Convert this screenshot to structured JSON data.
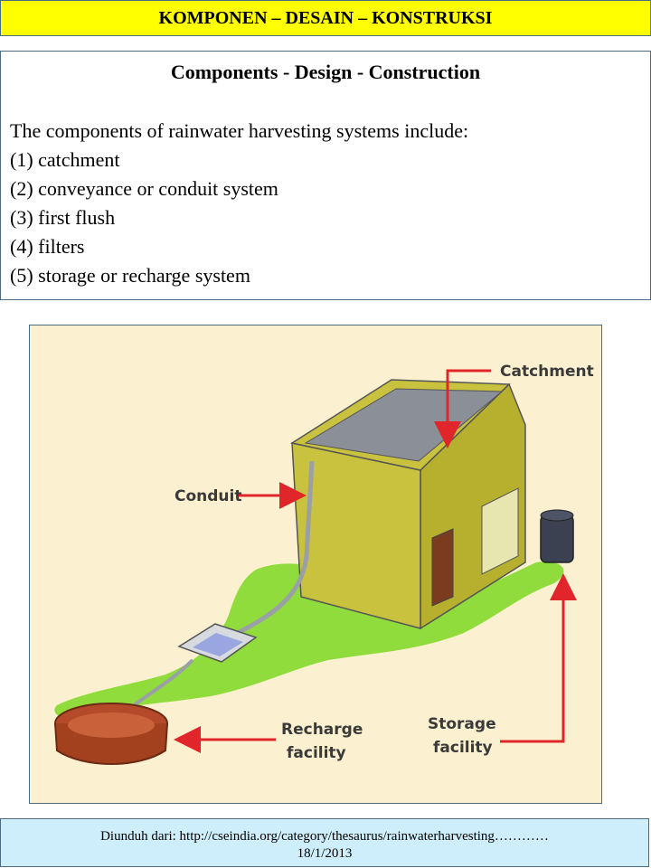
{
  "header": {
    "title": "KOMPONEN – DESAIN – KONSTRUKSI"
  },
  "content": {
    "heading": "Components - Design - Construction",
    "intro": "The components of rainwater harvesting systems include:",
    "items": [
      "(1) catchment",
      "(2) conveyance or conduit system",
      "(3) first flush",
      "(4) filters",
      "(5) storage or recharge system"
    ]
  },
  "figure": {
    "labels": {
      "catchment": "Catchment",
      "conduit": "Conduit",
      "recharge_line1": "Recharge",
      "recharge_line2": "facility",
      "storage_line1": "Storage",
      "storage_line2": "facility"
    },
    "colors": {
      "arrow": "#e0262a",
      "house": "#c9c23f",
      "ground": "#8fdc3c",
      "background": "#fbf1d0"
    }
  },
  "footer": {
    "line1": "Diunduh dari:  http://cseindia.org/category/thesaurus/rainwaterharvesting…………",
    "line2": "18/1/2013"
  }
}
